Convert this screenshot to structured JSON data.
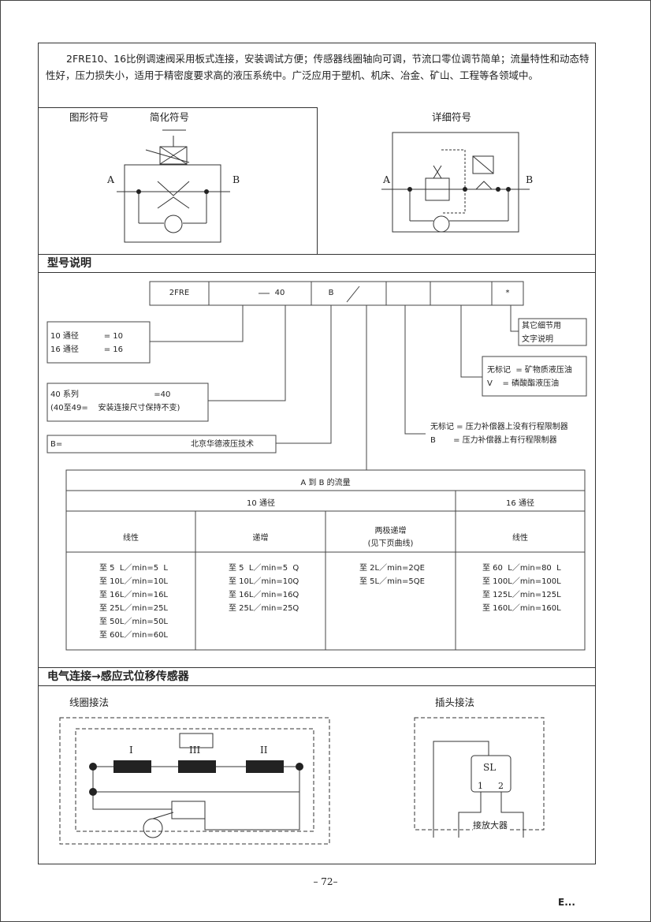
{
  "intro": "2FRE10、16比例调速阀采用板式连接，安装调试方便；传感器线圈轴向可调，节流口零位调节简单；流量特性和动态特性好，压力损失小，适用于精密度要求高的液压系统中。广泛应用于塑机、机床、冶金、矿山、工程等各领域中。",
  "symbols": {
    "graphic": "图形符号",
    "simplified": "简化符号",
    "detailed": "详细符号",
    "port_a": "A",
    "port_b": "B"
  },
  "model_section": {
    "title": "型号说明",
    "code": [
      "2FRE",
      "",
      "40",
      "B",
      "",
      "",
      "*"
    ],
    "dash": "—",
    "slash": "/",
    "size_lines": [
      "10 通径          = 10",
      "16 通径          = 16"
    ],
    "series_lines": [
      "40 系列                              =40",
      "(40至49=    安装连接尺寸保持不变)"
    ],
    "brand_key": "B=",
    "brand_value": "北京华德液压技术",
    "other_lines": [
      "其它细节用",
      "文字说明"
    ],
    "oil_lines": [
      "无标记  = 矿物质液压油",
      "V    = 磷酸酯液压油"
    ],
    "comp_lines": [
      "无标记 = 压力补偿器上没有行程限制器",
      "B       = 压力补偿器上有行程限制器"
    ]
  },
  "flow_table": {
    "title": "A 到 B 的流量",
    "group_10": "10 通径",
    "group_16": "16 通径",
    "headers": [
      "线性",
      "递增",
      "两极递增",
      "线性"
    ],
    "header_note": "(见下页曲线)",
    "col1": [
      "至 5  L／min=5  L",
      "至 10L／min=10L",
      "至 16L／min=16L",
      "至 25L／min=25L",
      "至 50L／min=50L",
      "至 60L／min=60L"
    ],
    "col2": [
      "至 5  L／min=5  Q",
      "至 10L／min=10Q",
      "至 16L／min=16Q",
      "至 25L／min=25Q"
    ],
    "col3": [
      "至 2L／min=2QE",
      "至 5L／min=5QE"
    ],
    "col4": [
      "至 60  L／min=80  L",
      "至 100L／min=100L",
      "至 125L／min=125L",
      "至 160L／min=160L"
    ]
  },
  "electrical": {
    "title": "电气连接→感应式位移传感器",
    "coil": "线圈接法",
    "plug": "插头接法",
    "coil_labels": [
      "I",
      "III",
      "II"
    ],
    "plug_code": "SL",
    "pin_labels": [
      "1",
      "2"
    ],
    "amp": "接放大器"
  },
  "page_number": "– 72–",
  "footer": "E..."
}
